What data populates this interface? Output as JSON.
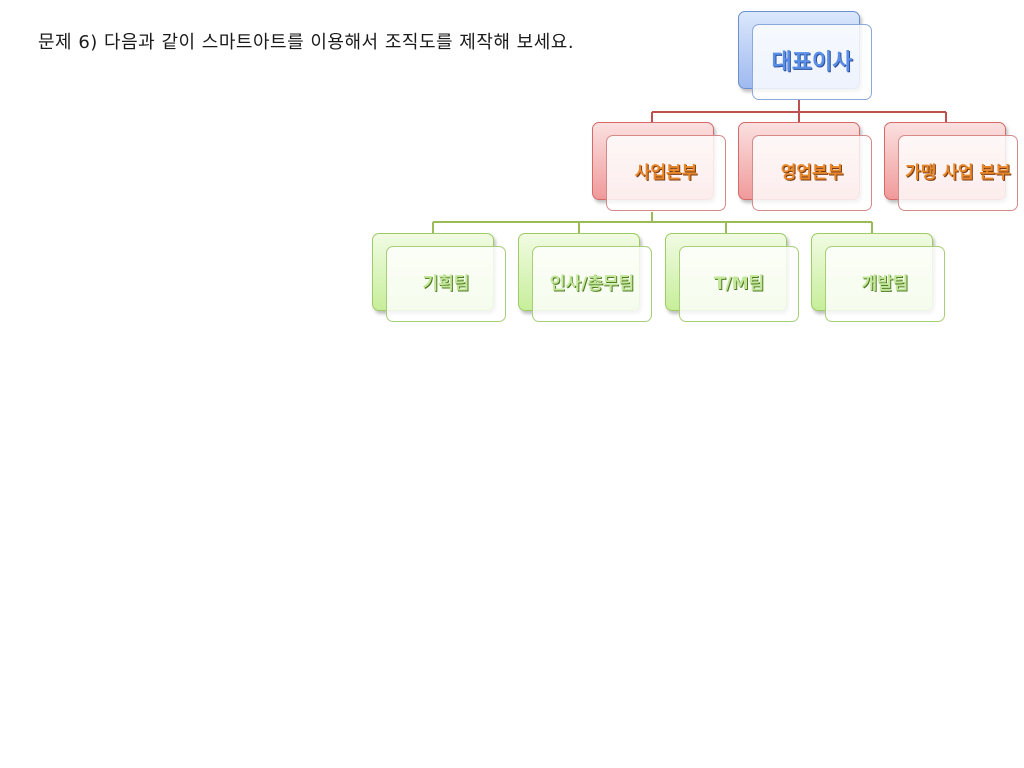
{
  "instruction": "문제 6) 다음과 같이 스마트아트를 이용해서 조직도를 제작해 보세요.",
  "org_chart": {
    "root": {
      "label": "대표이사"
    },
    "divisions": [
      {
        "label": "사업본부"
      },
      {
        "label": "영업본부"
      },
      {
        "label": "가맹 사업 본부"
      }
    ],
    "teams": [
      {
        "label": "기획팀"
      },
      {
        "label": "인사/총무팀"
      },
      {
        "label": "T/M팀"
      },
      {
        "label": "개발팀"
      }
    ]
  },
  "colors": {
    "level1": "#5b8ee6",
    "level2": "#e8872a",
    "level3": "#c3e69a",
    "connector_level2": "#c0504d",
    "connector_level3": "#9bbb59"
  }
}
